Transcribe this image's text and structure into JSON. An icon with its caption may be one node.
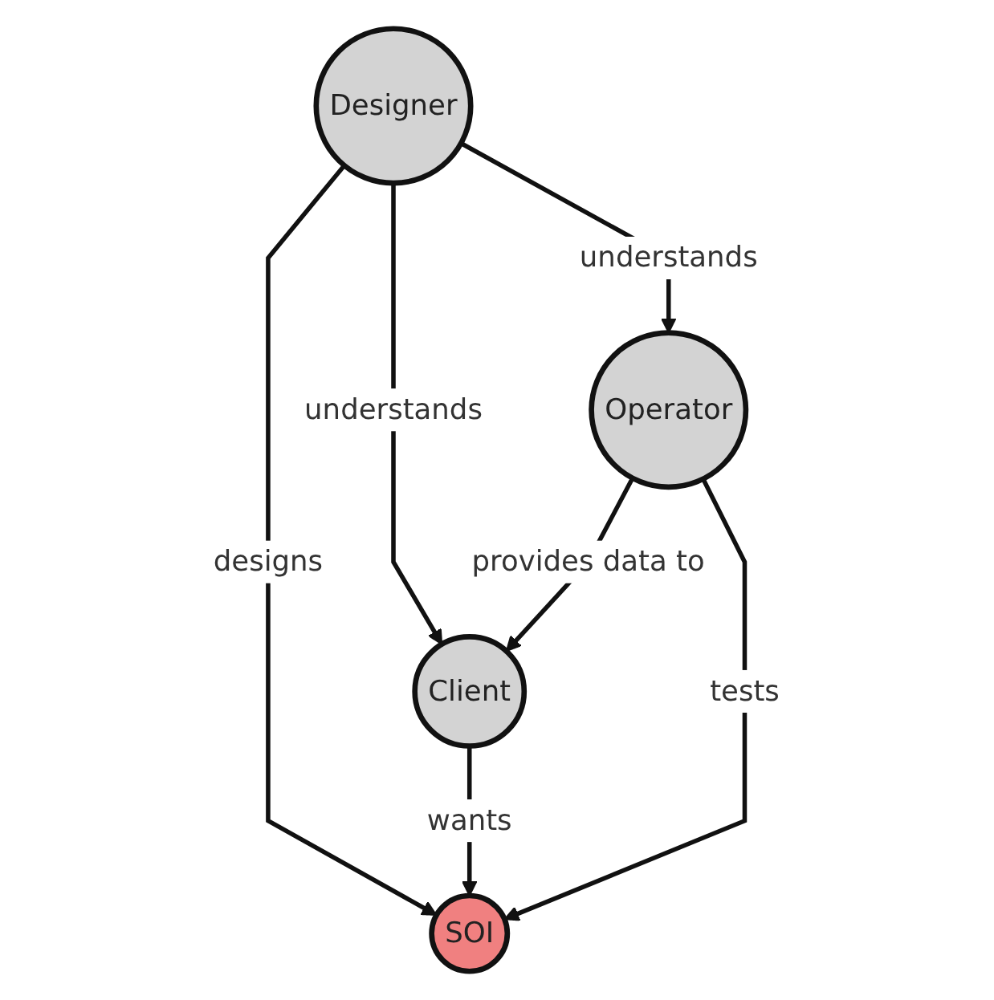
{
  "diagram": {
    "nodes": [
      {
        "text": [
          "Designer"
        ]
      },
      {
        "text": [
          "Client"
        ]
      },
      {
        "text": [
          "Operator"
        ]
      },
      {
        "text": [
          "SOI"
        ]
      }
    ],
    "edges": [
      {
        "from": 0,
        "to": 1,
        "arrow": "to",
        "label": "understands"
      },
      {
        "from": 0,
        "to": 2,
        "arrow": "to",
        "label": "understands"
      },
      {
        "from": 0,
        "to": 3,
        "arrow": "to",
        "label": "designs"
      },
      {
        "from": 2,
        "to": 1,
        "arrow": "to",
        "label": "provides data to"
      },
      {
        "from": 1,
        "to": 3,
        "arrow": "to",
        "label": "wants"
      },
      {
        "from": 2,
        "to": 3,
        "arrow": "to",
        "label": "tests"
      }
    ]
  }
}
